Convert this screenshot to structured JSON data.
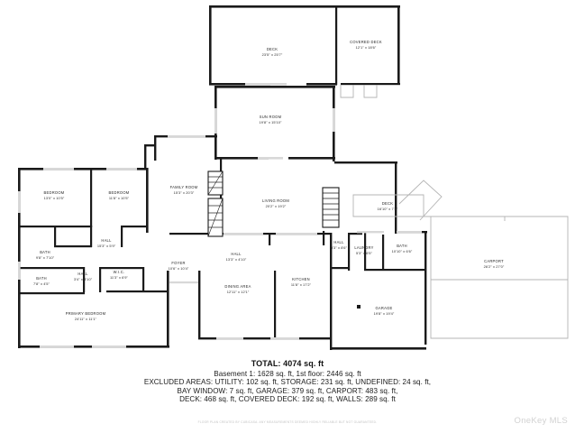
{
  "watermark": "OneKey MLS",
  "disclaimer": "FLOOR PLAN CREATED BY CUBICASA. ANY MEASUREMENTS DEEMED HIGHLY RELIABLE BUT NOT GUARANTEED.",
  "summary": {
    "total": "TOTAL: 4074 sq. ft",
    "line1": "Basement 1: 1628 sq. ft, 1st floor: 2446 sq. ft",
    "line2": "EXCLUDED AREAS: UTILITY: 102 sq. ft, STORAGE: 231 sq. ft, UNDEFINED: 24 sq. ft,",
    "line3": "BAY WINDOW: 7 sq. ft, GARAGE: 379 sq. ft, CARPORT: 483 sq. ft,",
    "line4": "DECK: 468 sq. ft, COVERED DECK: 192 sq. ft, WALLS: 289 sq. ft"
  },
  "rooms": [
    {
      "id": "deck-top",
      "name": "DECK",
      "dim": "23'5\" x 25'7\""
    },
    {
      "id": "covered-deck",
      "name": "COVERED DECK",
      "dim": "12'1\" x 18'6\""
    },
    {
      "id": "sun-room",
      "name": "SUN ROOM",
      "dim": "19'8\" x 15'10\""
    },
    {
      "id": "bedroom-1",
      "name": "BEDROOM",
      "dim": "13'0\" x 10'5\""
    },
    {
      "id": "bedroom-2",
      "name": "BEDROOM",
      "dim": "11'8\" x 10'5\""
    },
    {
      "id": "family-room",
      "name": "FAMILY ROOM",
      "dim": "15'3\" x 20'3\""
    },
    {
      "id": "living-room",
      "name": "LIVING ROOM",
      "dim": "20'2\" x 19'2\""
    },
    {
      "id": "deck-right",
      "name": "DECK",
      "dim": "16'10\" x 7'4\""
    },
    {
      "id": "bath-1",
      "name": "BATH",
      "dim": "9'8\" x 7'10\""
    },
    {
      "id": "hall-1",
      "name": "HALL",
      "dim": "15'3\" x 5'9\""
    },
    {
      "id": "hall-2",
      "name": "HALL",
      "dim": "13'3\" x 4'10\""
    },
    {
      "id": "hall-3",
      "name": "HALL",
      "dim": "3'4\" x 8'10\""
    },
    {
      "id": "hall-4",
      "name": "HALL",
      "dim": "5'3\" x 8'6\""
    },
    {
      "id": "foyer",
      "name": "FOYER",
      "dim": "10'6\" x 10'4\""
    },
    {
      "id": "wic",
      "name": "W.I.C.",
      "dim": "11'3\" x 6'9\""
    },
    {
      "id": "laundry",
      "name": "LAUNDRY",
      "dim": "5'3\" x 6'5\""
    },
    {
      "id": "bath-2",
      "name": "BATH",
      "dim": "10'10\" x 6'6\""
    },
    {
      "id": "bath-3",
      "name": "BATH",
      "dim": "7'8\" x 4'5\""
    },
    {
      "id": "primary",
      "name": "PRIMARY BEDROOM",
      "dim": "24'11\" x 11'1\""
    },
    {
      "id": "dining",
      "name": "DINING AREA",
      "dim": "12'11\" x 12'1\""
    },
    {
      "id": "kitchen",
      "name": "KITCHEN",
      "dim": "11'8\" x 17'2\""
    },
    {
      "id": "garage",
      "name": "GARAGE",
      "dim": "19'8\" x 19'4\""
    },
    {
      "id": "carport",
      "name": "CARPORT",
      "dim": "26'2\" x 27'0\""
    }
  ]
}
